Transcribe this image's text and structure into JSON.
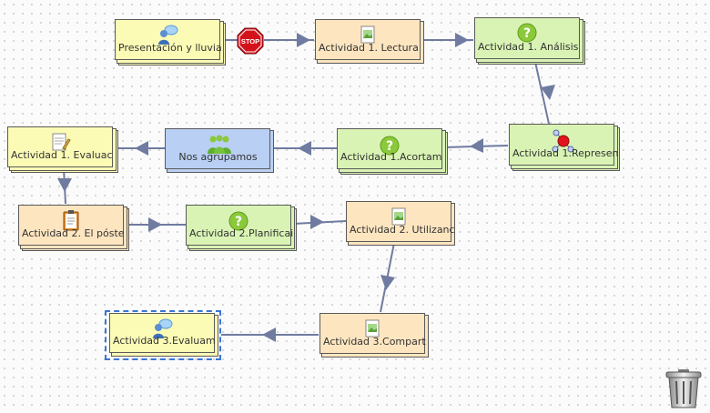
{
  "nodes": {
    "n1": {
      "label": "Presentación y lluvia",
      "icon": "people-speech-icon",
      "color": "#fbfbb6"
    },
    "n2": {
      "label": "Actividad 1. Lectura",
      "icon": "image-document-icon",
      "color": "#fde5c0"
    },
    "n3": {
      "label": "Actividad 1. Análisis",
      "icon": "question-icon",
      "color": "#d9f3b4"
    },
    "n4": {
      "label": "Actividad 1.Represen",
      "icon": "molecule-icon",
      "color": "#d9f3b4"
    },
    "n5": {
      "label": "Actividad 1.Acortam",
      "icon": "question-icon",
      "color": "#d9f3b4"
    },
    "n6": {
      "label": "Nos agrupamos",
      "icon": "group-icon",
      "color": "#b9cff3"
    },
    "n7": {
      "label": "Actividad 1. Evaluac",
      "icon": "document-pencil-icon",
      "color": "#fbfbb6"
    },
    "n8": {
      "label": "Actividad 2. El póste",
      "icon": "clipboard-icon",
      "color": "#fde5c0"
    },
    "n9": {
      "label": "Actividad 2.Planificai",
      "icon": "question-icon",
      "color": "#d9f3b4"
    },
    "n10": {
      "label": "Actividad 2. Utilizanc",
      "icon": "image-document-icon",
      "color": "#fde5c0"
    },
    "n11": {
      "label": "Actividad 3.Compart",
      "icon": "image-document-icon",
      "color": "#fde5c0"
    },
    "n12": {
      "label": "Actividad 3.Evaluam",
      "icon": "people-speech-icon",
      "color": "#fbfbb6"
    }
  },
  "stop": {
    "label": "STOP",
    "icon": "stop-sign-icon"
  },
  "trash": {
    "icon": "trash-icon"
  },
  "arrow_color": "#6f7ba0"
}
